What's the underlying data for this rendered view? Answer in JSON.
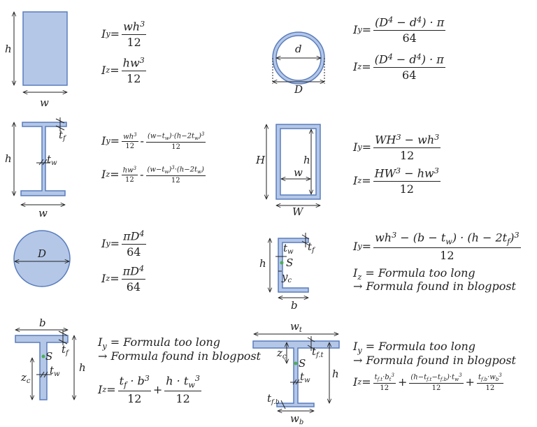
{
  "colors": {
    "shape_fill": "#b4c7e7",
    "shape_stroke": "#5a7dbd",
    "centroid": "#4caf50"
  },
  "panels": [
    {
      "name": "rectangle",
      "labels": {
        "h": "h",
        "w": "w"
      },
      "formulas": [
        {
          "items": [
            {
              "t": "I"
            },
            {
              "sub": "y"
            },
            {
              "t": " = "
            },
            {
              "frac": {
                "num": [
                  {
                    "t": "wh"
                  },
                  {
                    "sup": "3"
                  }
                ],
                "den": [
                  {
                    "t": "12"
                  }
                ]
              }
            }
          ]
        },
        {
          "items": [
            {
              "t": "I"
            },
            {
              "sub": "z"
            },
            {
              "t": " = "
            },
            {
              "frac": {
                "num": [
                  {
                    "t": "hw"
                  },
                  {
                    "sup": "3"
                  }
                ],
                "den": [
                  {
                    "t": "12"
                  }
                ]
              }
            }
          ]
        }
      ]
    },
    {
      "name": "hollow-circle",
      "labels": {
        "d": "d",
        "D": "D"
      },
      "formulas": [
        {
          "items": [
            {
              "t": "I"
            },
            {
              "sub": "y"
            },
            {
              "t": " = "
            },
            {
              "frac": {
                "num": [
                  {
                    "t": "(D"
                  },
                  {
                    "sup": "4"
                  },
                  {
                    "t": " − d"
                  },
                  {
                    "sup": "4"
                  },
                  {
                    "t": ") · π"
                  }
                ],
                "den": [
                  {
                    "t": "64"
                  }
                ]
              }
            }
          ]
        },
        {
          "items": [
            {
              "t": "I"
            },
            {
              "sub": "z"
            },
            {
              "t": " = "
            },
            {
              "frac": {
                "num": [
                  {
                    "t": "(D"
                  },
                  {
                    "sup": "4"
                  },
                  {
                    "t": " − d"
                  },
                  {
                    "sup": "4"
                  },
                  {
                    "t": ") · π"
                  }
                ],
                "den": [
                  {
                    "t": "64"
                  }
                ]
              }
            }
          ]
        }
      ]
    },
    {
      "name": "i-beam",
      "labels": {
        "h": "h",
        "w": "w",
        "tf_main": "t",
        "tf_sub": "f",
        "tw_main": "t",
        "tw_sub": "w"
      },
      "formulas": [
        {
          "items": [
            {
              "t": "I"
            },
            {
              "sub": "y"
            },
            {
              "t": " = "
            },
            {
              "frac": {
                "num": [
                  {
                    "t": "wh"
                  },
                  {
                    "sup": "3"
                  }
                ],
                "den": [
                  {
                    "t": "12"
                  }
                ]
              }
            },
            {
              "t": " - "
            },
            {
              "frac": {
                "num": [
                  {
                    "t": "(w−t"
                  },
                  {
                    "sub": "w"
                  },
                  {
                    "t": ")·(h−2t"
                  },
                  {
                    "sub": "w"
                  },
                  {
                    "t": ")"
                  },
                  {
                    "sup": "3"
                  }
                ],
                "den": [
                  {
                    "t": "12"
                  }
                ]
              }
            }
          ]
        },
        {
          "items": [
            {
              "t": "I"
            },
            {
              "sub": "z"
            },
            {
              "t": " = "
            },
            {
              "frac": {
                "num": [
                  {
                    "t": "hw"
                  },
                  {
                    "sup": "3"
                  }
                ],
                "den": [
                  {
                    "t": "12"
                  }
                ]
              }
            },
            {
              "t": " - "
            },
            {
              "frac": {
                "num": [
                  {
                    "t": "(w−t"
                  },
                  {
                    "sub": "w"
                  },
                  {
                    "t": ")"
                  },
                  {
                    "sup": "3"
                  },
                  {
                    "t": "·(h−2t"
                  },
                  {
                    "sub": "w"
                  },
                  {
                    "t": ")"
                  }
                ],
                "den": [
                  {
                    "t": "12"
                  }
                ]
              }
            }
          ]
        }
      ]
    },
    {
      "name": "hollow-rectangle",
      "labels": {
        "H": "H",
        "h": "h",
        "w": "w",
        "W": "W"
      },
      "formulas": [
        {
          "items": [
            {
              "t": "I"
            },
            {
              "sub": "y"
            },
            {
              "t": " = "
            },
            {
              "frac": {
                "num": [
                  {
                    "t": "WH"
                  },
                  {
                    "sup": "3"
                  },
                  {
                    "t": " − wh"
                  },
                  {
                    "sup": "3"
                  }
                ],
                "den": [
                  {
                    "t": "12"
                  }
                ]
              }
            }
          ]
        },
        {
          "items": [
            {
              "t": "I"
            },
            {
              "sub": "z"
            },
            {
              "t": " = "
            },
            {
              "frac": {
                "num": [
                  {
                    "t": "HW"
                  },
                  {
                    "sup": "3"
                  },
                  {
                    "t": " − hw"
                  },
                  {
                    "sup": "3"
                  }
                ],
                "den": [
                  {
                    "t": "12"
                  }
                ]
              }
            }
          ]
        }
      ]
    },
    {
      "name": "solid-circle",
      "labels": {
        "D": "D"
      },
      "formulas": [
        {
          "items": [
            {
              "t": "I"
            },
            {
              "sub": "y"
            },
            {
              "t": " = "
            },
            {
              "frac": {
                "num": [
                  {
                    "t": "πD"
                  },
                  {
                    "sup": "4"
                  }
                ],
                "den": [
                  {
                    "t": "64"
                  }
                ]
              }
            }
          ]
        },
        {
          "items": [
            {
              "t": "I"
            },
            {
              "sub": "z"
            },
            {
              "t": " = "
            },
            {
              "frac": {
                "num": [
                  {
                    "t": "πD"
                  },
                  {
                    "sup": "4"
                  }
                ],
                "den": [
                  {
                    "t": "64"
                  }
                ]
              }
            }
          ]
        }
      ]
    },
    {
      "name": "c-channel",
      "labels": {
        "h": "h",
        "b": "b",
        "S": "S",
        "tw_main": "t",
        "tw_sub": "w",
        "tf_main": "t",
        "tf_sub": "f",
        "yc_main": "y",
        "yc_sub": "c"
      },
      "formulas": [
        {
          "items": [
            {
              "t": "I"
            },
            {
              "sub": "y"
            },
            {
              "t": " = "
            },
            {
              "frac": {
                "num": [
                  {
                    "t": "wh"
                  },
                  {
                    "sup": "3"
                  },
                  {
                    "t": " − (b − t"
                  },
                  {
                    "sub": "w"
                  },
                  {
                    "t": ") · (h − 2t"
                  },
                  {
                    "sub": "f"
                  },
                  {
                    "t": ")"
                  },
                  {
                    "sup": "3"
                  }
                ],
                "den": [
                  {
                    "t": "12"
                  }
                ]
              }
            }
          ]
        }
      ],
      "lines": [
        "I_z = Formula too long",
        "→ Formula found in blogpost"
      ],
      "line_parts": [
        {
          "main": "I",
          "sub": "z",
          "rest": " = Formula too long"
        },
        {
          "text": "→ Formula found in blogpost"
        }
      ]
    },
    {
      "name": "t-section",
      "labels": {
        "b": "b",
        "h": "h",
        "S": "S",
        "tf_main": "t",
        "tf_sub": "f",
        "tw_main": "t",
        "tw_sub": "w",
        "zc_main": "z",
        "zc_sub": "c"
      },
      "line_parts": [
        {
          "main": "I",
          "sub": "y",
          "rest": " = Formula too long"
        },
        {
          "text": "→ Formula found in blogpost"
        }
      ],
      "formulas": [
        {
          "items": [
            {
              "t": "I"
            },
            {
              "sub": "z"
            },
            {
              "t": " = "
            },
            {
              "frac": {
                "num": [
                  {
                    "t": "t"
                  },
                  {
                    "sub": "f"
                  },
                  {
                    "t": " · b"
                  },
                  {
                    "sup": "3"
                  }
                ],
                "den": [
                  {
                    "t": "12"
                  }
                ]
              }
            },
            {
              "t": " + "
            },
            {
              "frac": {
                "num": [
                  {
                    "t": "h · t"
                  },
                  {
                    "sub": "w"
                  },
                  {
                    "sup": "3"
                  }
                ],
                "den": [
                  {
                    "t": "12"
                  }
                ]
              }
            }
          ]
        }
      ]
    },
    {
      "name": "asymmetric-i-beam",
      "labels": {
        "wt_main": "w",
        "wt_sub": "t",
        "h": "h",
        "S": "S",
        "zc_main": "z",
        "zc_sub": "c",
        "tft_main": "t",
        "tft_sub": "f.t",
        "tw_main": "t",
        "tw_sub": "w",
        "tfb_main": "t",
        "tfb_sub": "f.b",
        "wb_main": "w",
        "wb_sub": "b"
      },
      "line_parts": [
        {
          "main": "I",
          "sub": "y",
          "rest": " = Formula too long"
        },
        {
          "text": "→ Formula found in blogpost"
        }
      ],
      "formulas": [
        {
          "items": [
            {
              "t": "I"
            },
            {
              "sub": "z"
            },
            {
              "t": " = "
            },
            {
              "frac": {
                "num": [
                  {
                    "t": "t"
                  },
                  {
                    "sub": "f.t"
                  },
                  {
                    "t": "·b"
                  },
                  {
                    "sub": "t"
                  },
                  {
                    "sup": "3"
                  }
                ],
                "den": [
                  {
                    "t": "12"
                  }
                ]
              }
            },
            {
              "t": "+"
            },
            {
              "frac": {
                "num": [
                  {
                    "t": "(h−t"
                  },
                  {
                    "sub": "f.t"
                  },
                  {
                    "t": "−t"
                  },
                  {
                    "sub": "f.b"
                  },
                  {
                    "t": ")·t"
                  },
                  {
                    "sub": "w"
                  },
                  {
                    "sup": "3"
                  }
                ],
                "den": [
                  {
                    "t": "12"
                  }
                ]
              }
            },
            {
              "t": "+"
            },
            {
              "frac": {
                "num": [
                  {
                    "t": "t"
                  },
                  {
                    "sub": "f.b"
                  },
                  {
                    "t": "·w"
                  },
                  {
                    "sub": "b"
                  },
                  {
                    "sup": "3"
                  }
                ],
                "den": [
                  {
                    "t": "12"
                  }
                ]
              }
            }
          ]
        }
      ]
    }
  ]
}
